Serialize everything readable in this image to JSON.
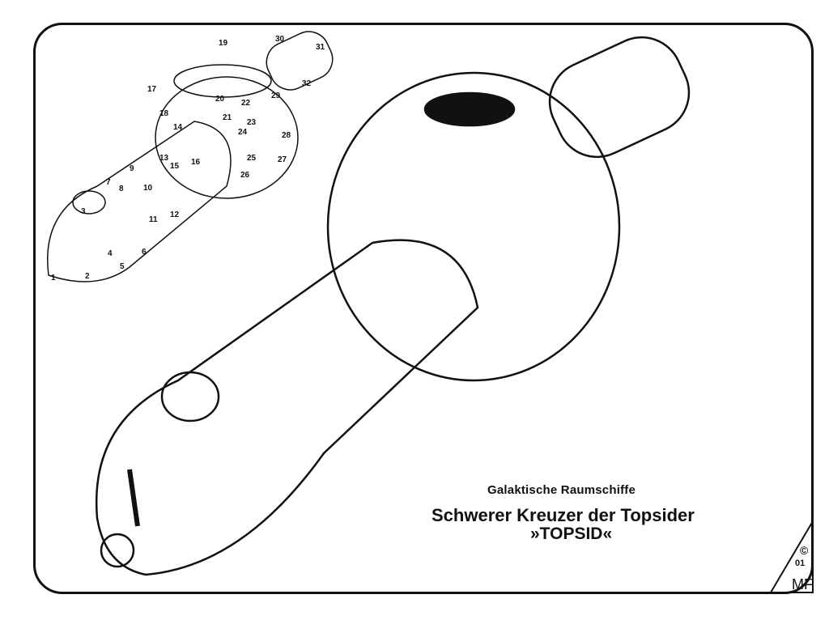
{
  "title": {
    "series": "Galaktische Raumschiffe",
    "name": "Schwerer Kreuzer der Topsider",
    "ship": "»TOPSID«"
  },
  "signature": {
    "copyright": "©",
    "number": "01",
    "initials": "MF"
  },
  "callouts": [
    "1",
    "2",
    "3",
    "4",
    "5",
    "6",
    "7",
    "8",
    "9",
    "10",
    "11",
    "12",
    "13",
    "14",
    "15",
    "16",
    "17",
    "18",
    "19",
    "20",
    "21",
    "22",
    "23",
    "24",
    "25",
    "26",
    "27",
    "28",
    "29",
    "30",
    "31",
    "32"
  ],
  "colors": {
    "ink": "#111111",
    "paper": "#ffffff"
  }
}
